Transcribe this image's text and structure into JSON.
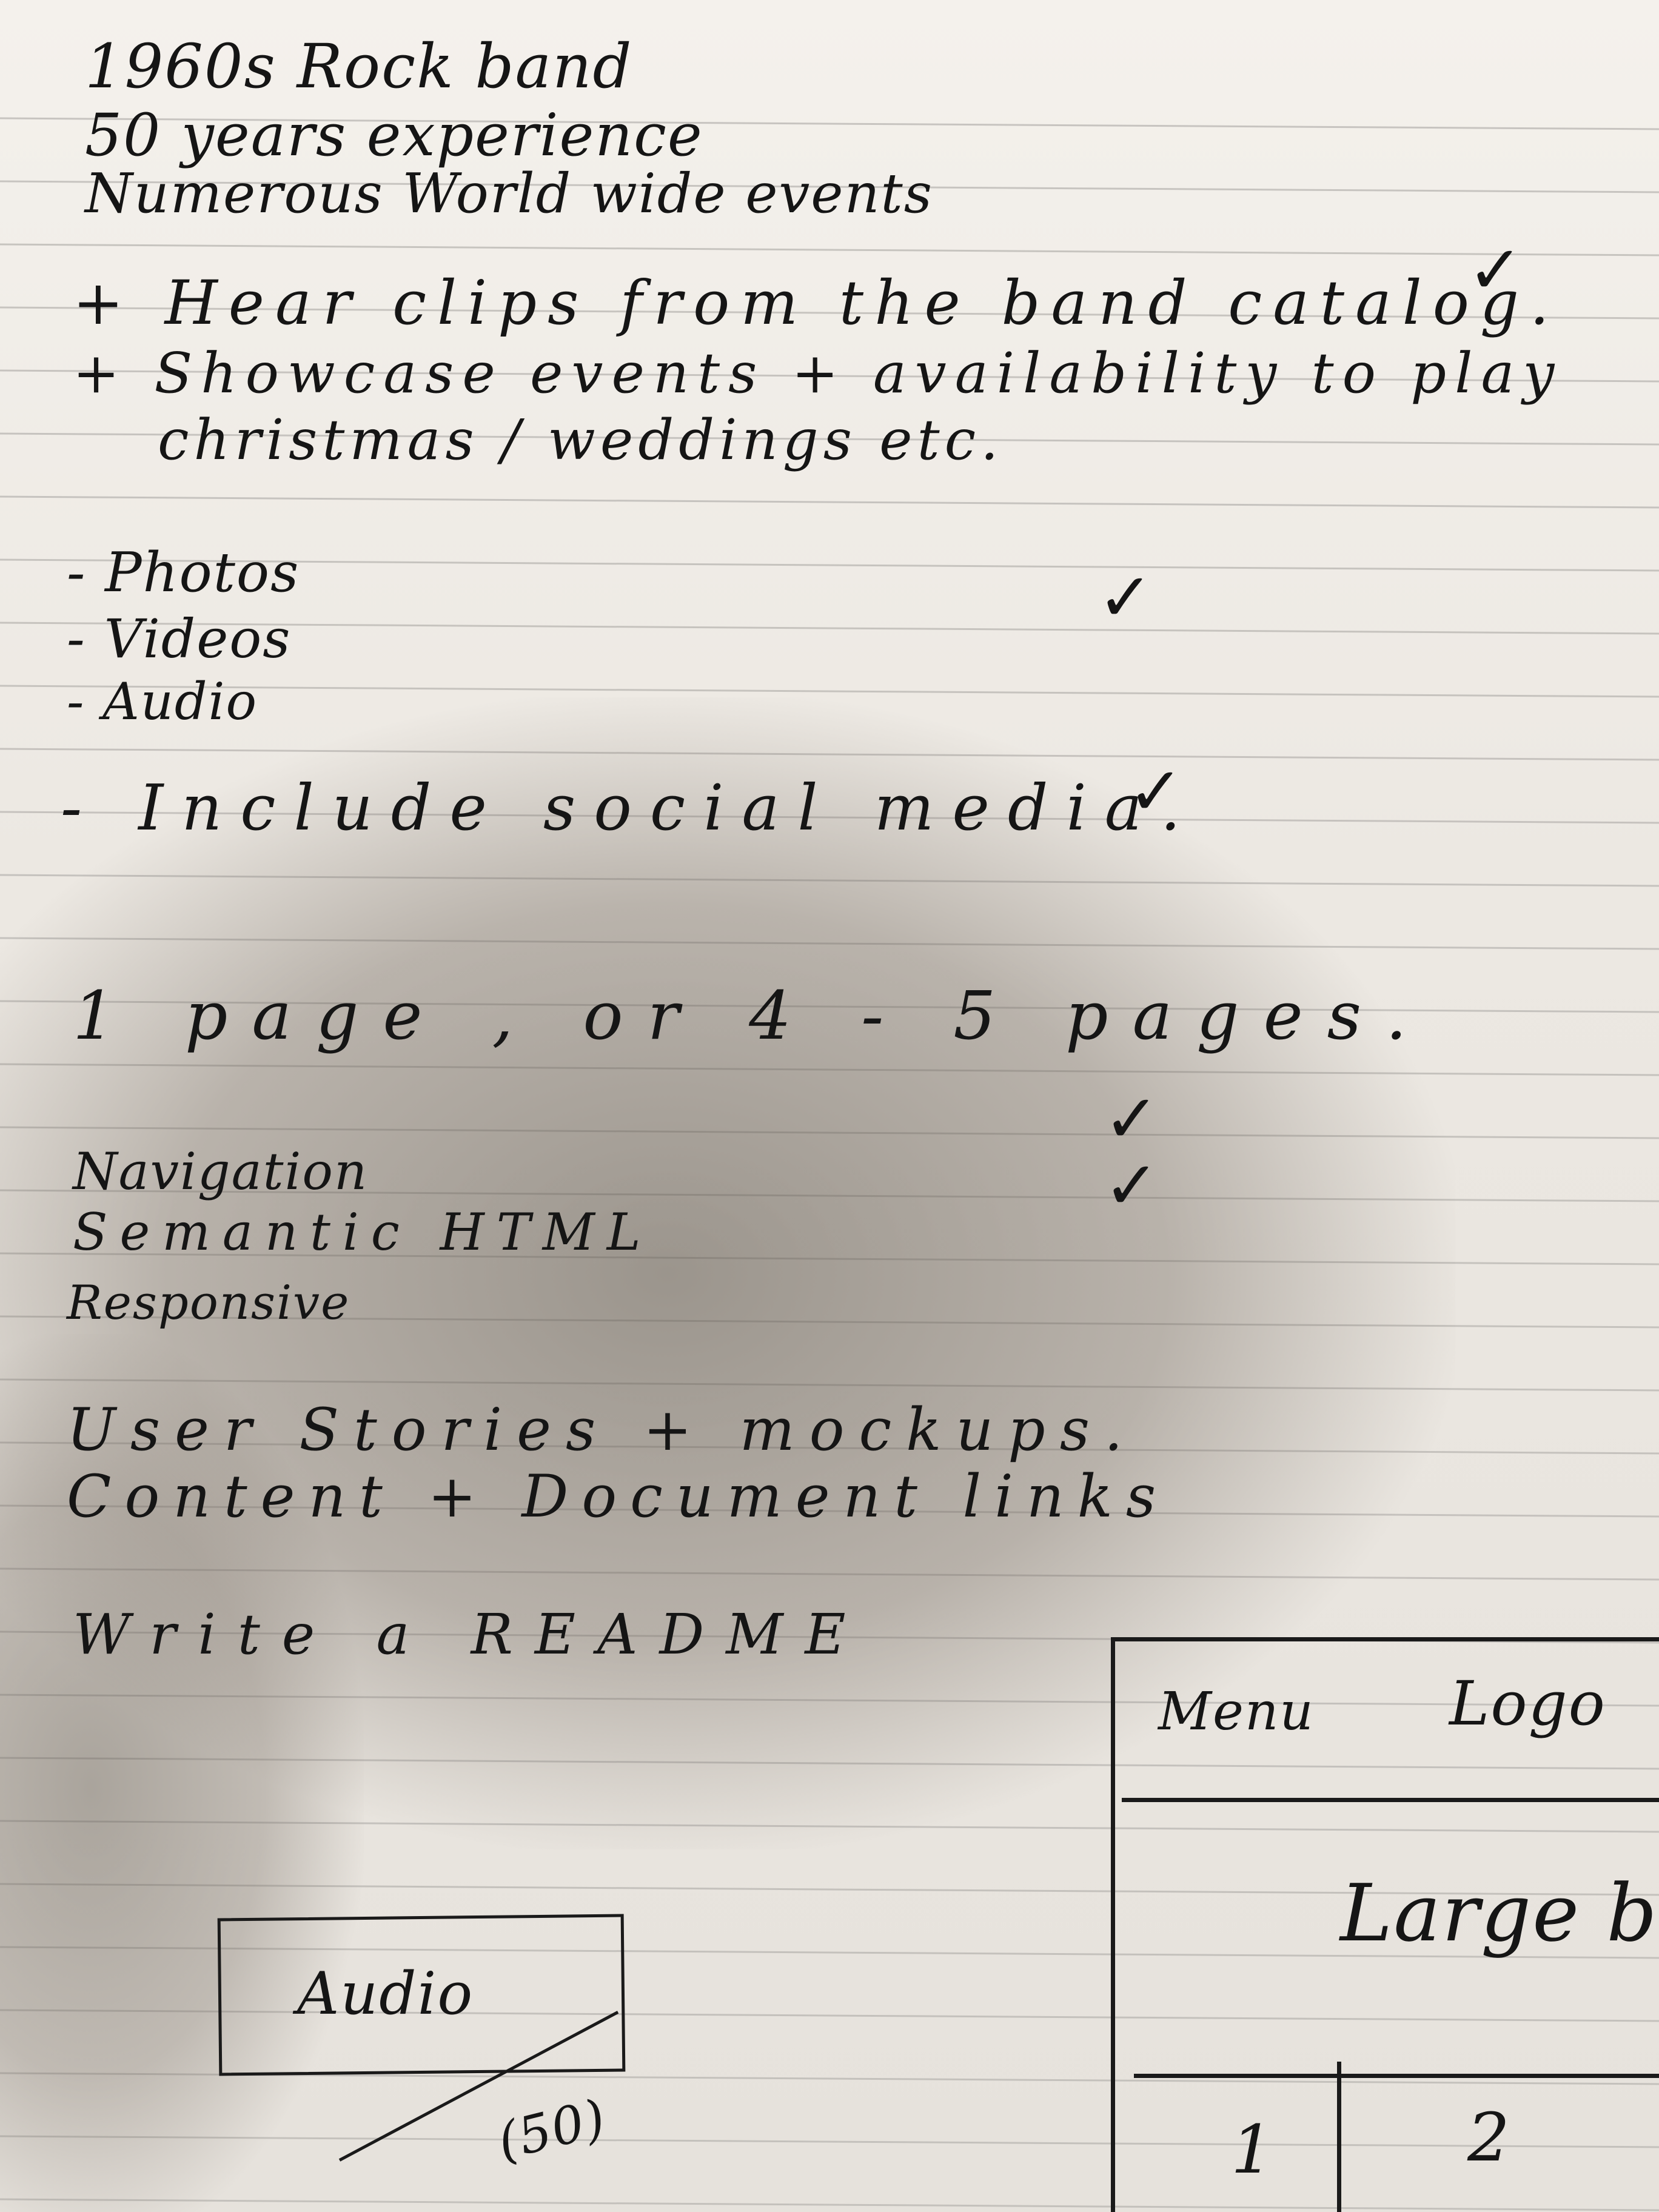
{
  "notes": {
    "line1": "1960s Rock band",
    "line2": "50 years experience",
    "line3": "Numerous World wide events",
    "bullet1": "+ Hear clips from the band catalog.",
    "bullet2": "+ Showcase events + availability to play",
    "bullet2_cont": "christmas / weddings etc.",
    "media1": "- Photos",
    "media2": "- Videos",
    "media3": "- Audio",
    "social": "- Include social media.",
    "pages": "1 page , or 4 - 5 pages.",
    "nav": "Navigation",
    "semantic": "Semantic HTML",
    "responsive": "Responsive",
    "user_stories": "User Stories + mockups.",
    "content": "Content + Document links",
    "readme": "Write a README"
  },
  "sketch_small": {
    "label": "Audio",
    "number": "(50)"
  },
  "sketch_wireframe": {
    "menu": "Menu",
    "logo": "Logo",
    "banner": "Large ba",
    "cell1": "1",
    "cell2": "2"
  },
  "checkmark": "✓"
}
